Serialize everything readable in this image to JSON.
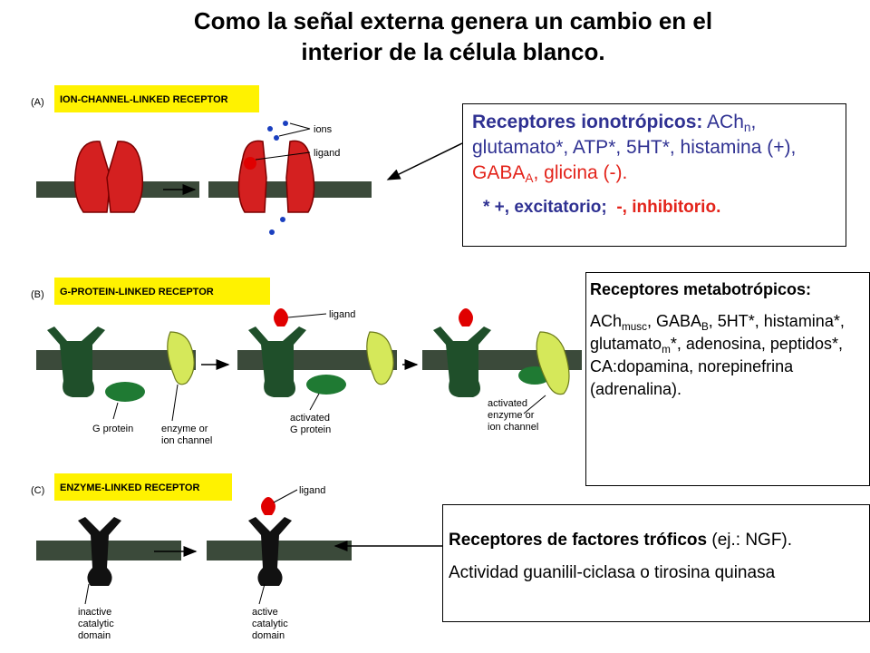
{
  "title": {
    "line1": "Como la señal externa genera un cambio en el",
    "line2": "interior de la célula blanco."
  },
  "panels": {
    "a": {
      "letter": "(A)",
      "name": "ION-CHANNEL-LINKED RECEPTOR",
      "labels": {
        "ions": "ions",
        "ligand": "ligand"
      }
    },
    "b": {
      "letter": "(B)",
      "name": "G-PROTEIN-LINKED RECEPTOR",
      "labels": {
        "ligand": "ligand",
        "g_protein": "G protein",
        "enzyme_l1": "enzyme or",
        "enzyme_l2": "ion channel",
        "activated_g_l1": "activated",
        "activated_g_l2": "G protein",
        "activated_e_l1": "activated",
        "activated_e_l2": "enzyme or",
        "activated_e_l3": "ion channel"
      }
    },
    "c": {
      "letter": "(C)",
      "name": "ENZYME-LINKED RECEPTOR",
      "labels": {
        "ligand": "ligand",
        "inactive_l1": "inactive",
        "inactive_l2": "catalytic",
        "inactive_l3": "domain",
        "active_l1": "active",
        "active_l2": "catalytic",
        "active_l3": "domain"
      }
    }
  },
  "ionotropic": {
    "heading": "Receptores ionotrópicos:",
    "ach": " ACh",
    "ach_sub": "n",
    "text_blue": ", glutamato*, ATP*, 5HT*, histamina (+),",
    "text_red_1": " GABA",
    "gaba_sub": "A",
    "text_red_2": ", glicina (-).",
    "note_star": "* +, excitatorio;",
    "note_inhib": "-, inhibitorio."
  },
  "metabotropic": {
    "heading": "Receptores metabotrópicos:",
    "ach": "ACh",
    "ach_sub": "musc",
    "gaba": ", GABA",
    "gaba_sub": "B",
    "p1": ", 5HT*, histamina*, glutamato",
    "glut_sub": "m",
    "p2": "*, adenosina, peptidos*, CA:dopamina, norepinefrina (adrenalina)."
  },
  "trophic": {
    "heading": "Receptores de factores tróficos",
    "example": " (ej.: NGF).",
    "activity": "Actividad guanilil-ciclasa o tirosina quinasa"
  }
}
